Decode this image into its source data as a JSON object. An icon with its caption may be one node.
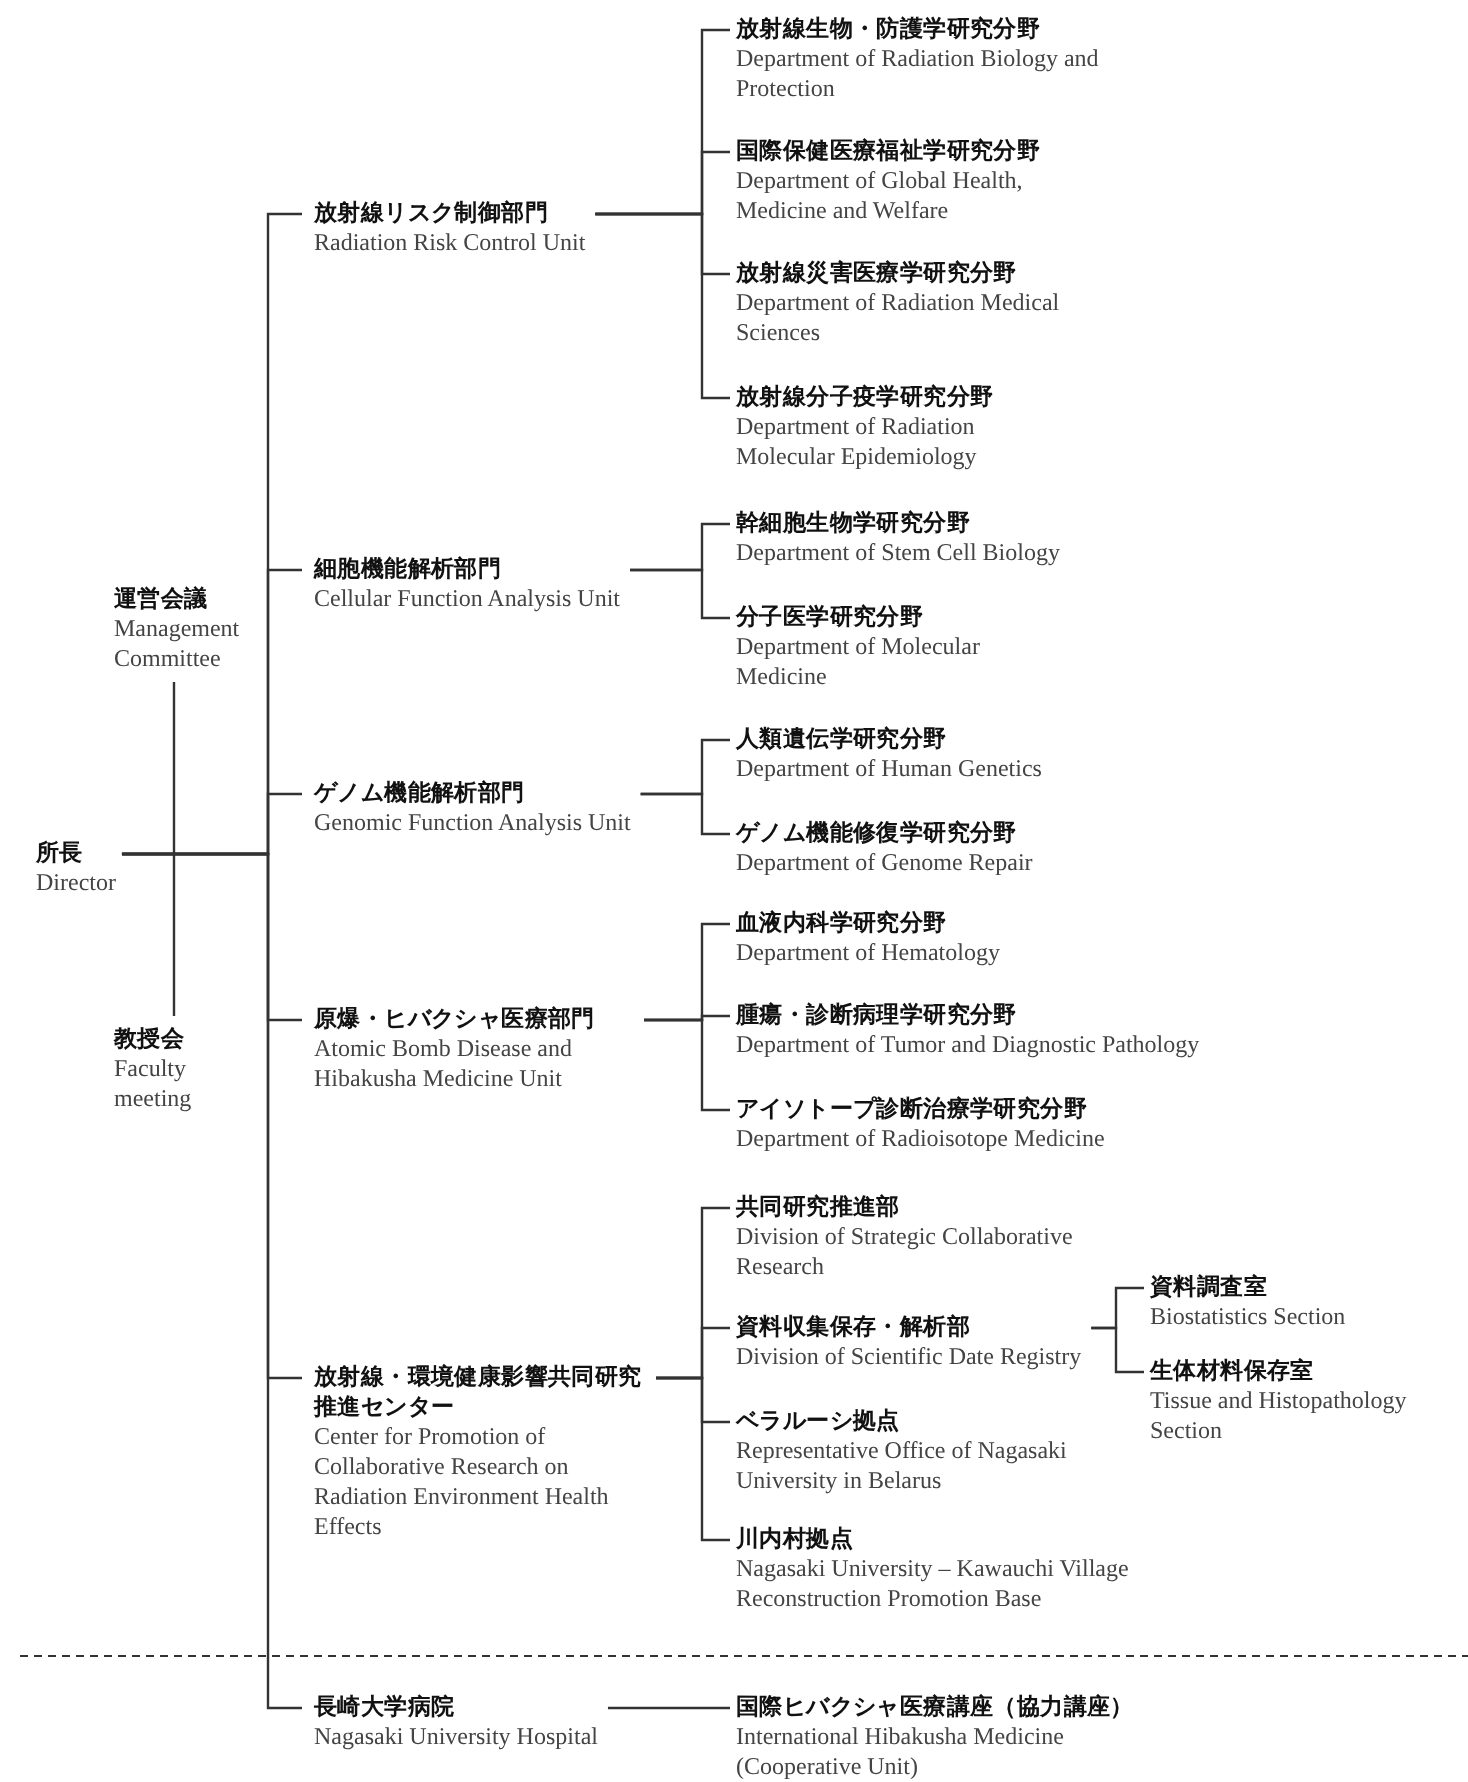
{
  "diagram": {
    "nodes": [
      {
        "text": [
          "所長",
          "Director"
        ]
      },
      {
        "text": [
          "運営会議",
          "Management Committee"
        ]
      },
      {
        "text": [
          "教授会",
          "Faculty meeting"
        ]
      },
      {
        "text": [
          "放射線リスク制御部門",
          "Radiation Risk Control Unit"
        ]
      },
      {
        "text": [
          "放射線生物・防護学研究分野",
          "Department of Radiation Biology and Protection"
        ]
      },
      {
        "text": [
          "国際保健医療福祉学研究分野",
          "Department of Global Health, Medicine and Welfare"
        ]
      },
      {
        "text": [
          "放射線災害医療学研究分野",
          "Department of Radiation Medical Sciences"
        ]
      },
      {
        "text": [
          "放射線分子疫学研究分野",
          "Department of Radiation Molecular Epidemiology"
        ]
      },
      {
        "text": [
          "細胞機能解析部門",
          "Cellular Function Analysis Unit"
        ]
      },
      {
        "text": [
          "幹細胞生物学研究分野",
          "Department of Stem Cell Biology"
        ]
      },
      {
        "text": [
          "分子医学研究分野",
          "Department of Molecular Medicine"
        ]
      },
      {
        "text": [
          "ゲノム機能解析部門",
          "Genomic Function Analysis Unit"
        ]
      },
      {
        "text": [
          "人類遺伝学研究分野",
          "Department of Human Genetics"
        ]
      },
      {
        "text": [
          "ゲノム機能修復学研究分野",
          "Department of Genome Repair"
        ]
      },
      {
        "text": [
          "原爆・ヒバクシャ医療部門",
          "Atomic Bomb Disease and Hibakusha Medicine Unit"
        ]
      },
      {
        "text": [
          "血液内科学研究分野",
          "Department of Hematology"
        ]
      },
      {
        "text": [
          "腫瘍・診断病理学研究分野",
          "Department of Tumor and Diagnostic Pathology"
        ]
      },
      {
        "text": [
          "アイソトープ診断治療学研究分野",
          "Department of Radioisotope Medicine"
        ]
      },
      {
        "text": [
          "放射線・環境健康影響共同研究推進センター",
          "Center for Promotion of Collaborative Research on Radiation Environment Health Effects"
        ]
      },
      {
        "text": [
          "共同研究推進部",
          "Division of Strategic Collaborative Research"
        ]
      },
      {
        "text": [
          "資料収集保存・解析部",
          "Division of Scientific Date Registry"
        ]
      },
      {
        "text": [
          "資料調査室",
          "Biostatistics Section"
        ]
      },
      {
        "text": [
          "生体材料保存室",
          "Tissue and Histopathology Section"
        ]
      },
      {
        "text": [
          "ベラルーシ拠点",
          "Representative Office of Nagasaki University in Belarus"
        ]
      },
      {
        "text": [
          "川内村拠点",
          "Nagasaki University – Kawauchi Village Reconstruction Promotion Base"
        ]
      },
      {
        "text": [
          "長崎大学病院",
          "Nagasaki University Hospital"
        ]
      },
      {
        "text": [
          "国際ヒバクシャ医療講座（協力講座）",
          "International Hibakusha Medicine (Cooperative Unit)"
        ]
      }
    ],
    "edges": [
      {
        "from": 1,
        "to": 2,
        "arrow": "none"
      },
      {
        "from": 0,
        "to": 3,
        "arrow": "none"
      },
      {
        "from": 0,
        "to": 8,
        "arrow": "none"
      },
      {
        "from": 0,
        "to": 11,
        "arrow": "none"
      },
      {
        "from": 0,
        "to": 14,
        "arrow": "none"
      },
      {
        "from": 0,
        "to": 18,
        "arrow": "none"
      },
      {
        "from": 0,
        "to": 25,
        "arrow": "none"
      },
      {
        "from": 3,
        "to": 4,
        "arrow": "none"
      },
      {
        "from": 3,
        "to": 5,
        "arrow": "none"
      },
      {
        "from": 3,
        "to": 6,
        "arrow": "none"
      },
      {
        "from": 3,
        "to": 7,
        "arrow": "none"
      },
      {
        "from": 8,
        "to": 9,
        "arrow": "none"
      },
      {
        "from": 8,
        "to": 10,
        "arrow": "none"
      },
      {
        "from": 11,
        "to": 12,
        "arrow": "none"
      },
      {
        "from": 11,
        "to": 13,
        "arrow": "none"
      },
      {
        "from": 14,
        "to": 15,
        "arrow": "none"
      },
      {
        "from": 14,
        "to": 16,
        "arrow": "none"
      },
      {
        "from": 14,
        "to": 17,
        "arrow": "none"
      },
      {
        "from": 18,
        "to": 19,
        "arrow": "none"
      },
      {
        "from": 18,
        "to": 20,
        "arrow": "none"
      },
      {
        "from": 18,
        "to": 23,
        "arrow": "none"
      },
      {
        "from": 18,
        "to": 24,
        "arrow": "none"
      },
      {
        "from": 20,
        "to": 21,
        "arrow": "none"
      },
      {
        "from": 20,
        "to": 22,
        "arrow": "none"
      },
      {
        "from": 25,
        "to": 26,
        "arrow": "none"
      }
    ]
  }
}
